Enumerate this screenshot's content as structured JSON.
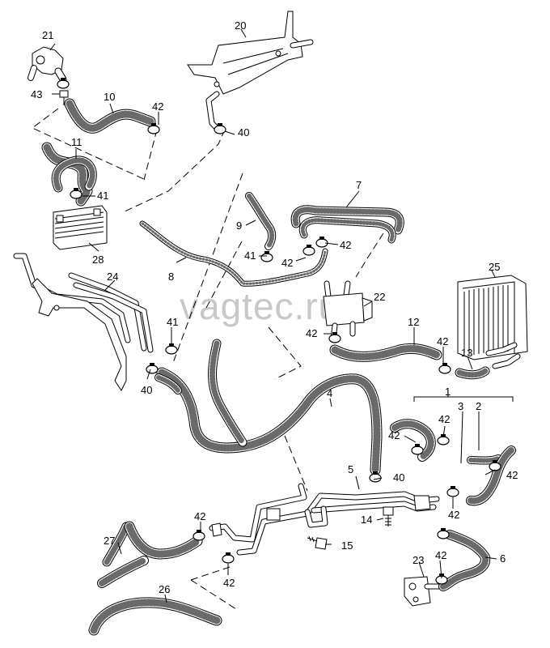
{
  "watermark": "vagtec.ru",
  "callouts": {
    "c1": "1",
    "c2": "2",
    "c3": "3",
    "c4": "4",
    "c5": "5",
    "c6": "6",
    "c7": "7",
    "c8": "8",
    "c9": "9",
    "c10": "10",
    "c11": "11",
    "c12": "12",
    "c13": "13",
    "c14": "14",
    "c15": "15",
    "c20": "20",
    "c21": "21",
    "c22": "22",
    "c23": "23",
    "c24": "24",
    "c25": "25",
    "c26": "26",
    "c27": "27",
    "c28": "28",
    "c40": "40",
    "c41": "41",
    "c42": "42",
    "c43": "43"
  }
}
